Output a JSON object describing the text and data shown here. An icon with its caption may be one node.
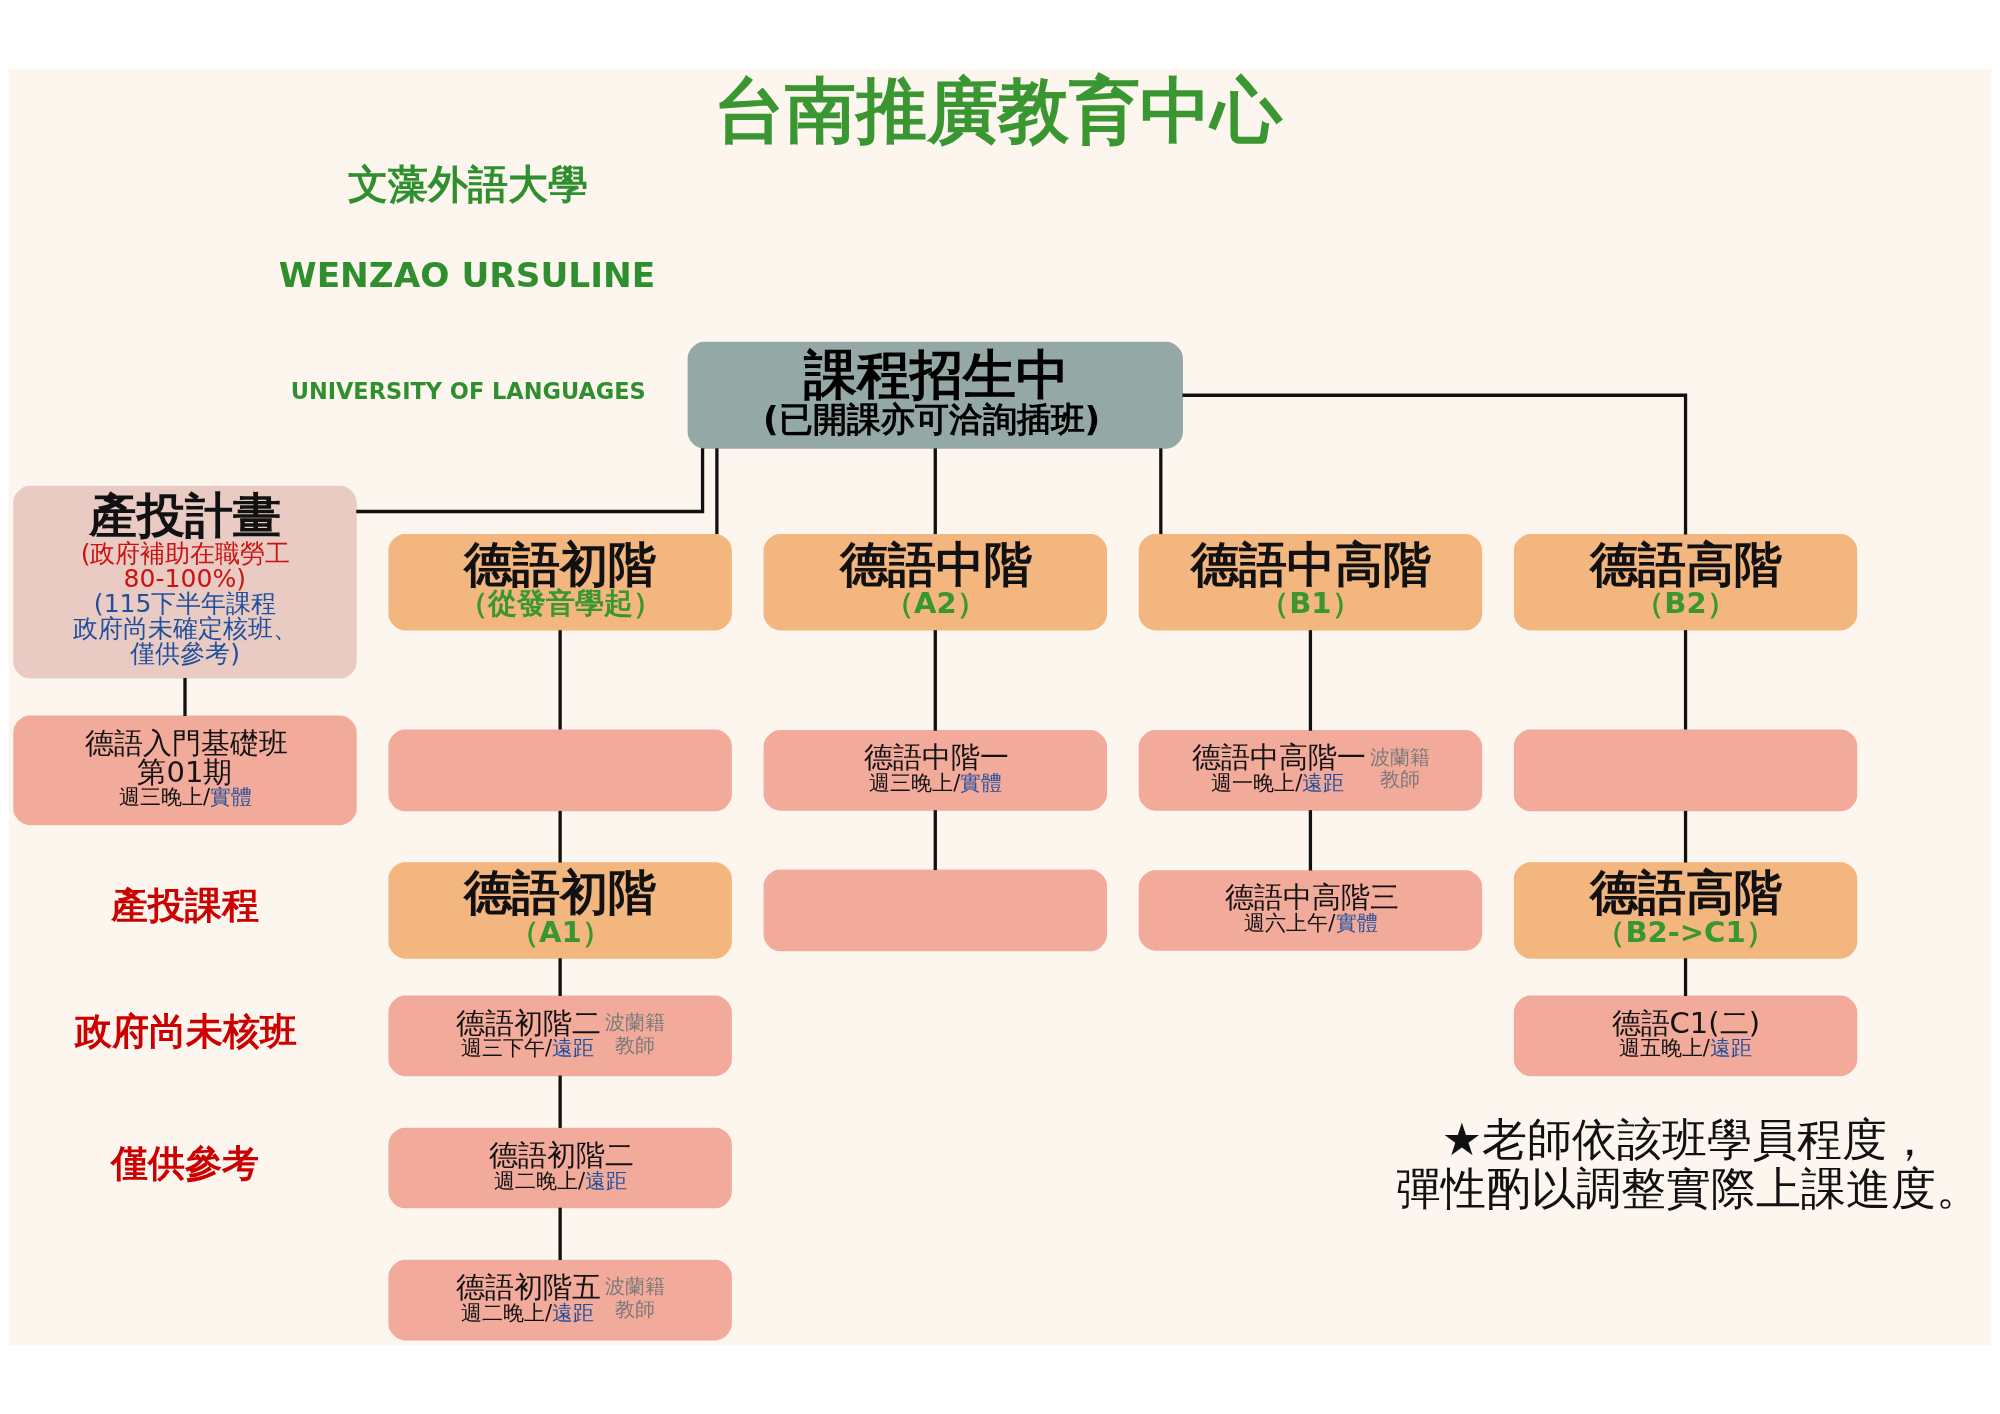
{
  "diagram": {
    "title": "台南推廣教育中心",
    "nodes": [
      {
        "text": [
          "課程招生中",
          "(已開課亦可洽詢插班)"
        ]
      },
      {
        "text": [
          "產投計畫",
          "(政府補助在職勞工80-100%)",
          "(115下半年課程政府尚未確定核班、僅供參考)"
        ]
      },
      {
        "text": [
          "德語入門基礎班第01期",
          "週三晚上/實體"
        ]
      },
      {
        "text": [
          "德語初階",
          "（從發音學起）"
        ]
      },
      {
        "text": [],
        "shape": "box"
      },
      {
        "text": [
          "德語初階",
          "（A1）"
        ]
      },
      {
        "text": [
          "德語初階二",
          "週三下午/遠距",
          "波蘭籍教師"
        ]
      },
      {
        "text": [
          "德語初階二",
          "週二晚上/遠距"
        ]
      },
      {
        "text": [
          "德語初階五",
          "週二晚上/遠距",
          "波蘭籍教師"
        ]
      },
      {
        "text": [
          "德語中階",
          "（A2）"
        ]
      },
      {
        "text": [
          "德語中階一",
          "週三晚上/實體"
        ]
      },
      {
        "text": [],
        "shape": "box"
      },
      {
        "text": [
          "德語中高階",
          "（B1）"
        ]
      },
      {
        "text": [
          "德語中高階一",
          "週一晚上/遠距",
          "波蘭籍教師"
        ]
      },
      {
        "text": [
          "德語中高階三",
          "週六上午/實體"
        ]
      },
      {
        "text": [
          "德語高階",
          "（B2）"
        ]
      },
      {
        "text": [],
        "shape": "box"
      },
      {
        "text": [
          "德語高階",
          "（B2->C1）"
        ]
      },
      {
        "text": [
          "德語C1(二)",
          "週五晚上/遠距"
        ]
      }
    ],
    "edges": [
      {
        "from": 0,
        "to": 1,
        "arrow": "none"
      },
      {
        "from": 0,
        "to": 3,
        "arrow": "none"
      },
      {
        "from": 0,
        "to": 9,
        "arrow": "none"
      },
      {
        "from": 0,
        "to": 12,
        "arrow": "none"
      },
      {
        "from": 0,
        "to": 15,
        "arrow": "none"
      },
      {
        "from": 1,
        "to": 2,
        "arrow": "none"
      },
      {
        "from": 3,
        "to": 4,
        "arrow": "none"
      },
      {
        "from": 4,
        "to": 5,
        "arrow": "none"
      },
      {
        "from": 5,
        "to": 6,
        "arrow": "none"
      },
      {
        "from": 6,
        "to": 7,
        "arrow": "none"
      },
      {
        "from": 7,
        "to": 8,
        "arrow": "none"
      },
      {
        "from": 9,
        "to": 10,
        "arrow": "none"
      },
      {
        "from": 10,
        "to": 11,
        "arrow": "none"
      },
      {
        "from": 12,
        "to": 13,
        "arrow": "none"
      },
      {
        "from": 13,
        "to": 14,
        "arrow": "none"
      },
      {
        "from": 15,
        "to": 16,
        "arrow": "none"
      },
      {
        "from": 16,
        "to": 17,
        "arrow": "none"
      },
      {
        "from": 17,
        "to": 18,
        "arrow": "none"
      }
    ],
    "labels": [
      "文藻外語大學",
      "WENZAO URSULINE",
      "UNIVERSITY OF LANGUAGES",
      "產投課程",
      "政府尚未核班",
      "僅供參考",
      "★老師依該班學員程度，彈性酌以調整實際上課進度。"
    ]
  }
}
